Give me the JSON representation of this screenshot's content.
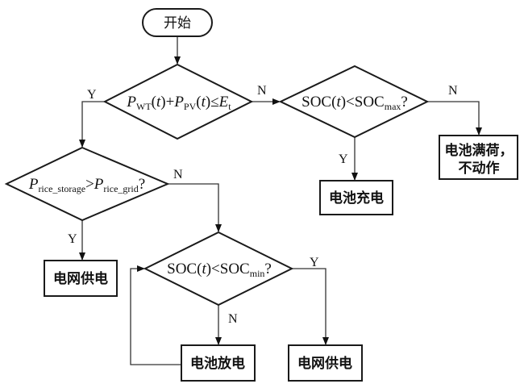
{
  "title": "Battery storage dispatch flowchart",
  "nodes": {
    "start": {
      "label": "开始",
      "type": "terminal"
    },
    "decision_energy": {
      "type": "decision",
      "parts": [
        {
          "text": "P",
          "italic": true
        },
        {
          "text": "WT",
          "sub": true
        },
        {
          "text": "(",
          "italic": false
        },
        {
          "text": "t",
          "italic": true
        },
        {
          "text": ")+",
          "italic": false
        },
        {
          "text": "P",
          "italic": true
        },
        {
          "text": "PV",
          "sub": true
        },
        {
          "text": "(",
          "italic": false
        },
        {
          "text": "t",
          "italic": true
        },
        {
          "text": ")≤",
          "italic": false
        },
        {
          "text": "E",
          "italic": true
        },
        {
          "text": "t",
          "sub": true
        }
      ],
      "text": "P_WT(t)+P_PV(t)≤E_t"
    },
    "decision_soc_max": {
      "type": "decision",
      "parts": [
        {
          "text": "SOC(",
          "italic": false
        },
        {
          "text": "t",
          "italic": true
        },
        {
          "text": ")<SOC",
          "italic": false
        },
        {
          "text": "max",
          "sub": true
        },
        {
          "text": "?",
          "italic": false
        }
      ],
      "text": "SOC(t)<SOC_max?"
    },
    "box_full": {
      "label_line1": "电池满荷，",
      "label_line2": "不动作",
      "type": "process"
    },
    "box_charge": {
      "label": "电池充电",
      "type": "process"
    },
    "decision_price": {
      "type": "decision",
      "parts": [
        {
          "text": "P",
          "italic": true
        },
        {
          "text": "rice_storage",
          "sub": true
        },
        {
          "text": ">",
          "italic": false
        },
        {
          "text": "P",
          "italic": true
        },
        {
          "text": "rice_grid",
          "sub": true
        },
        {
          "text": "?",
          "italic": false
        }
      ],
      "text": "P_rice_storage>P_rice_grid?"
    },
    "box_grid_left": {
      "label": "电网供电",
      "type": "process"
    },
    "decision_soc_min": {
      "type": "decision",
      "parts": [
        {
          "text": "SOC(",
          "italic": false
        },
        {
          "text": "t",
          "italic": true
        },
        {
          "text": ")<SOC",
          "italic": false
        },
        {
          "text": "min",
          "sub": true
        },
        {
          "text": "?",
          "italic": false
        }
      ],
      "text": "SOC(t)<SOC_min?"
    },
    "box_discharge": {
      "label": "电池放电",
      "type": "process"
    },
    "box_grid_right": {
      "label": "电网供电",
      "type": "process"
    }
  },
  "edges": [
    {
      "from": "start",
      "to": "decision_energy",
      "label": ""
    },
    {
      "from": "decision_energy",
      "to": "decision_soc_max",
      "label": "N"
    },
    {
      "from": "decision_energy",
      "to": "decision_price",
      "label": "Y"
    },
    {
      "from": "decision_soc_max",
      "to": "box_full",
      "label": "N"
    },
    {
      "from": "decision_soc_max",
      "to": "box_charge",
      "label": "Y"
    },
    {
      "from": "decision_price",
      "to": "box_grid_left",
      "label": "Y"
    },
    {
      "from": "decision_price",
      "to": "decision_soc_min",
      "label": "N"
    },
    {
      "from": "decision_soc_min",
      "to": "box_discharge",
      "label": "N"
    },
    {
      "from": "decision_soc_min",
      "to": "box_grid_right",
      "label": "Y"
    },
    {
      "from": "box_discharge",
      "to": "decision_soc_min",
      "label": ""
    }
  ],
  "edge_labels": {
    "e1_N": "N",
    "e1_Y": "Y",
    "e2_N": "N",
    "e2_Y": "Y",
    "e3_N": "N",
    "e3_Y": "Y",
    "e4_Y": "Y",
    "e4_N": "N"
  }
}
